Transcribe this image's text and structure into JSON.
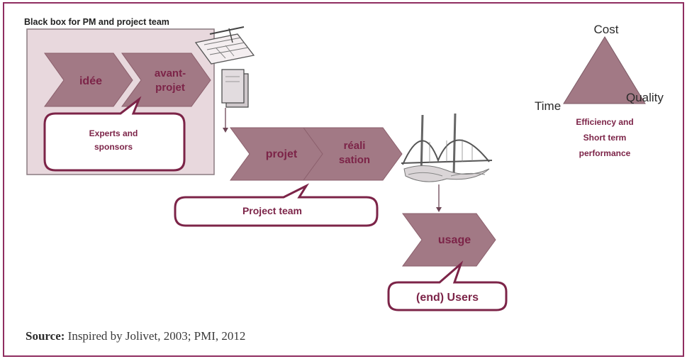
{
  "black_box": {
    "title": "Black box for PM and project team"
  },
  "phases": {
    "idee": "idée",
    "avant_projet": [
      "avant-",
      "projet"
    ],
    "projet": "projet",
    "realisation": [
      "réali",
      "sation"
    ],
    "usage": "usage"
  },
  "callouts": {
    "experts": [
      "Experts and",
      "sponsors"
    ],
    "project_team": "Project team",
    "users": "(end) Users"
  },
  "triangle": {
    "top": "Cost",
    "left": "Time",
    "right": "Quality",
    "caption": [
      "Efficiency and",
      "Short term",
      "performance"
    ]
  },
  "source": {
    "label": "Source:",
    "text": "Inspired by Jolivet, 2003; PMI, 2012"
  },
  "icons": [
    "blueprint-icon",
    "documents-icon",
    "bridge-icon"
  ],
  "colors": {
    "frame": "#8f2e60",
    "box_fill": "#e8d8dd",
    "arrow_fill": "#a27985",
    "arrow_text": "#7c2448",
    "callout_stroke": "#7c2448",
    "triangle_fill": "#a27985"
  }
}
